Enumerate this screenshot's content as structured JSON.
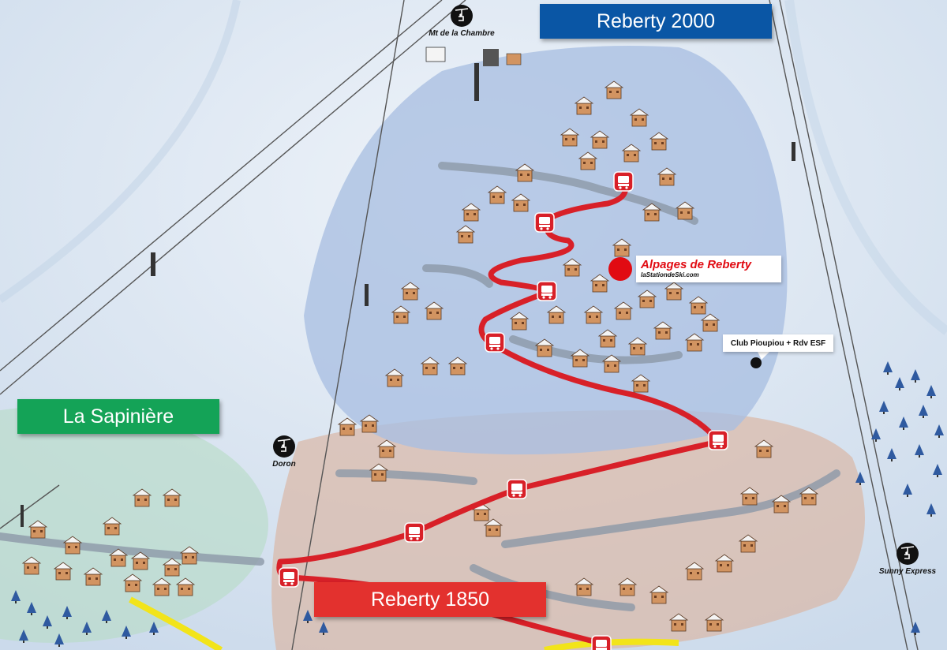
{
  "colors": {
    "snow": "#dfe9f3",
    "reberty_2000_zone": "#a9bfe2",
    "reberty_1850_zone": "#d9b8a8",
    "sapiniere_zone": "#b9dcc7",
    "route_red": "#d82028",
    "path_yellow": "#f2e41a",
    "label_blue": "#0a56a5",
    "label_green": "#14a357",
    "label_red": "#e3312e",
    "poi_red": "#e10b12"
  },
  "zones": [
    {
      "name": "Reberty 2000",
      "color": "#0a56a5"
    },
    {
      "name": "La Sapinière",
      "color": "#14a357"
    },
    {
      "name": "Reberty 1850",
      "color": "#e3312e"
    }
  ],
  "lifts": [
    {
      "name": "Mt de la Chambre",
      "icon": "chairlift-icon"
    },
    {
      "name": "Doron",
      "icon": "chairlift-icon"
    },
    {
      "name": "Sunny Express",
      "icon": "chairlift-icon"
    }
  ],
  "poi": {
    "alpages": {
      "title": "Alpages de Reberty",
      "subtitle": "laStationdeSki.com"
    },
    "club": {
      "label": "Club Pioupiou + Rdv ESF"
    }
  },
  "bus_stop_icon": "bus-icon",
  "chalet_icon": "chalet-icon"
}
